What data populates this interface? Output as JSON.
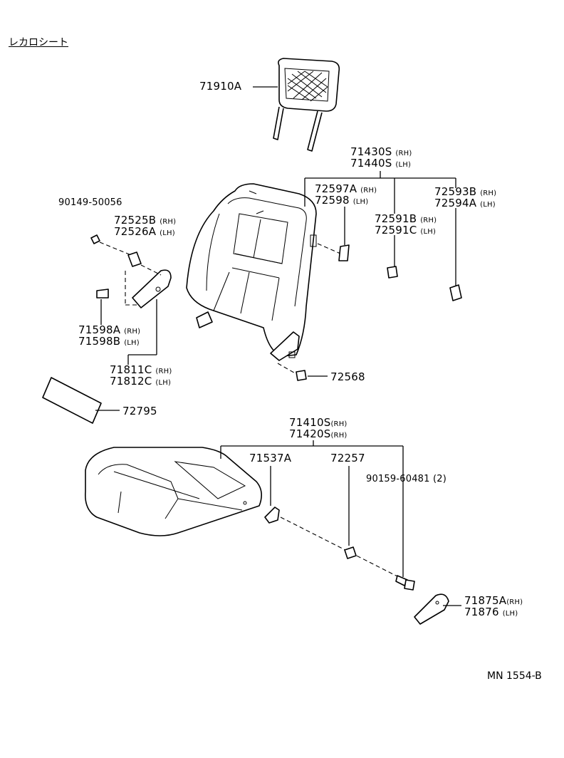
{
  "title": "レカロシート",
  "diagram_code": "MN 1554-B",
  "parts": {
    "headrest": "71910A",
    "back_rh": "71430S",
    "back_rh_side": "(RH)",
    "back_lh": "71440S",
    "back_lh_side": "(LH)",
    "p72597a": "72597A",
    "p72597a_side": "(RH)",
    "p72598": "72598",
    "p72598_side": "(LH)",
    "p72593b": "72593B",
    "p72593b_side": "(RH)",
    "p72594a": "72594A",
    "p72594a_side": "(LH)",
    "p72591b": "72591B",
    "p72591b_side": "(RH)",
    "p72591c": "72591C",
    "p72591c_side": "(LH)",
    "screw_top": "90149-50056",
    "p72525b": "72525B",
    "p72525b_side": "(RH)",
    "p72526a": "72526A",
    "p72526a_side": "(LH)",
    "p71598a": "71598A",
    "p71598a_side": "(RH)",
    "p71598b": "71598B",
    "p71598b_side": "(LH)",
    "p71811c": "71811C",
    "p71811c_side": "(RH)",
    "p71812c": "71812C",
    "p71812c_side": "(LH)",
    "p72568": "72568",
    "p72795": "72795",
    "cush_rh": "71410S",
    "cush_rh_side": "(RH)",
    "cush_lh": "71420S",
    "cush_lh_side": "(RH)",
    "p71537a": "71537A",
    "p72257": "72257",
    "bolt": "90159-60481",
    "bolt_qty": "(2)",
    "p71875a": "71875A",
    "p71875a_side": "(RH)",
    "p71876": "71876",
    "p71876_side": "(LH)"
  }
}
